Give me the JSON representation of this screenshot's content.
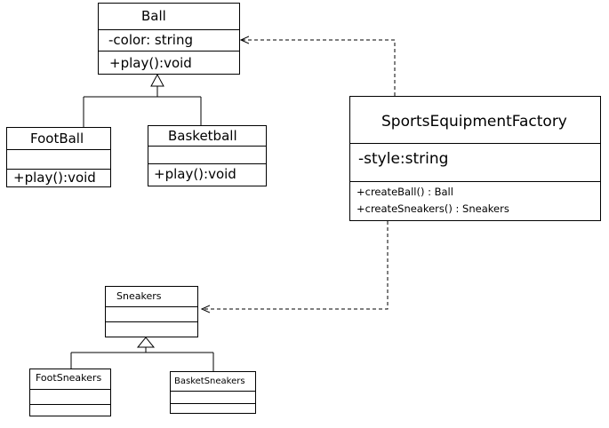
{
  "classes": {
    "ball": {
      "name": "Ball",
      "attribute": "-color: string",
      "operation": "+play():void"
    },
    "football": {
      "name": "FootBall",
      "attribute": "",
      "operation": "+play():void"
    },
    "basketball": {
      "name": "Basketball",
      "attribute": "",
      "operation": "+play():void"
    },
    "factory": {
      "name": "SportsEquipmentFactory",
      "attribute": "-style:string",
      "operations": [
        "+createBall() : Ball",
        "+createSneakers() : Sneakers"
      ]
    },
    "sneakers": {
      "name": "Sneakers"
    },
    "footsneakers": {
      "name": "FootSneakers"
    },
    "basketsneakers": {
      "name": "BasketSneakers"
    }
  }
}
